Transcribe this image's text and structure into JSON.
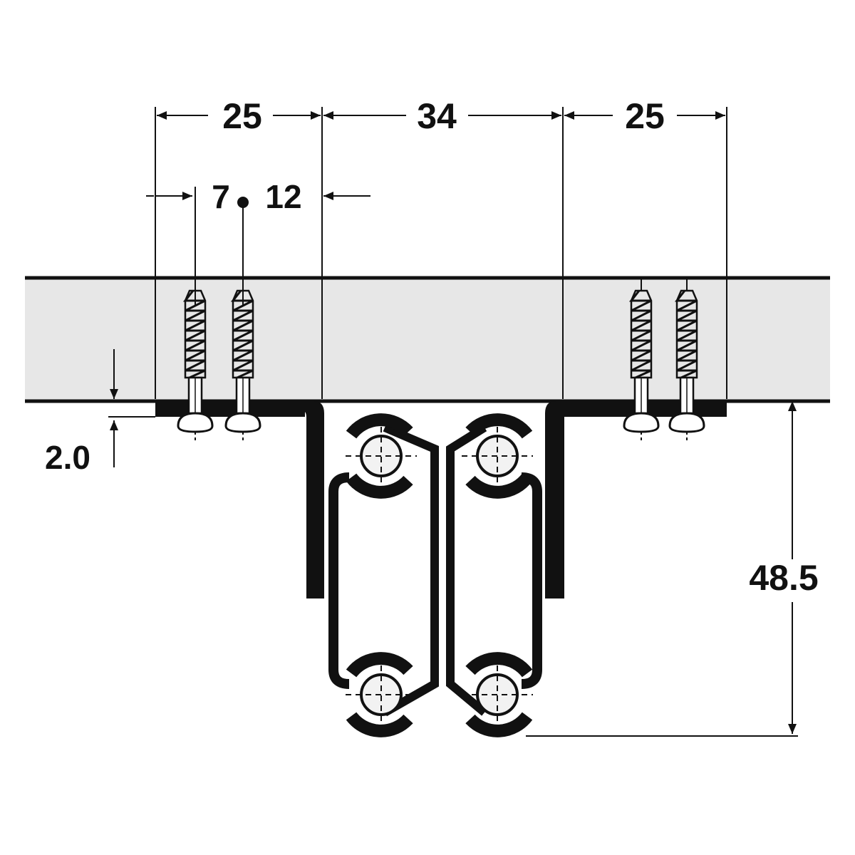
{
  "dimensions": {
    "spacing_left": "25",
    "spacing_middle": "34",
    "spacing_right": "25",
    "offset_first": "7",
    "offset_second": "12",
    "gap": "2.0",
    "height": "48.5"
  },
  "colors": {
    "line": "#111111",
    "panel": "#e7e7e7",
    "ball": "#f2f2f2"
  }
}
